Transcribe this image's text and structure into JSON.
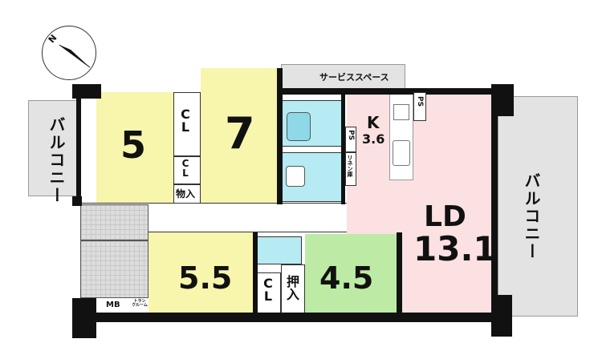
{
  "compass": {
    "label": "N"
  },
  "rooms": {
    "balcony_left": "バルコニー",
    "balcony_right": "バルコニー",
    "room_5": "5",
    "room_7": "7",
    "room_5_5": "5.5",
    "room_4_5": "4.5",
    "closet_1": "CL",
    "closet_2": "CL",
    "closet_3": "CL",
    "storage": "物入",
    "oshiire": "押入",
    "service_space": "サービススペース",
    "kitchen": "K",
    "kitchen_size": "3.6",
    "ld": "LD",
    "ld_size": "13.1",
    "ps_1": "PS",
    "ps_2": "PS",
    "linen": "リネン庫",
    "mb": "MB",
    "trunk_room": "トランクルーム"
  },
  "colors": {
    "bedroom": "#f8f5ad",
    "wet": "#b6ebf3",
    "ld": "#fbe1e1",
    "room_4_5": "#bdeba5",
    "balcony": "#e3e3e3"
  }
}
